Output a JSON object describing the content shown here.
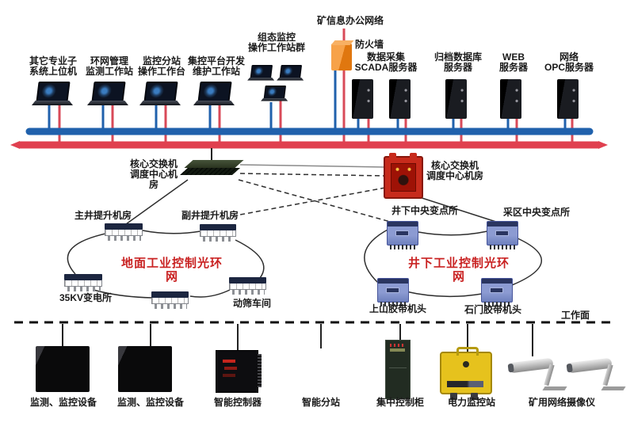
{
  "top": {
    "workstations": [
      {
        "label": "其它专业子\n系统上位机"
      },
      {
        "label": "环网管理\n监测工作站"
      },
      {
        "label": "监控分站\n操作工作台"
      },
      {
        "label": "集控平台开发\n维护工作站"
      },
      {
        "label": "组态监控\n操作工作站群"
      }
    ],
    "office_network_label": "矿信息办公网络",
    "firewall_label": "防火墙",
    "servers": [
      {
        "label": "数据采集\nSCADA服务器"
      },
      {
        "label": "归档数据库\n服务器"
      },
      {
        "label": "WEB\n服务器"
      },
      {
        "label": "网络\nOPC服务器"
      }
    ]
  },
  "core": {
    "left_label": "核心交换机\n调度中心机房",
    "right_label": "核心交换机\n调度中心机房"
  },
  "rings": {
    "ground": {
      "title": "地面工业控制光环网",
      "nodes": [
        {
          "label": "主井提升机房"
        },
        {
          "label": "副井提升机房"
        },
        {
          "label": "35KV变电所"
        },
        {
          "label": "动筛车间"
        }
      ]
    },
    "underground": {
      "title": "井下工业控制光环网",
      "nodes": [
        {
          "label": "井下中央变点所"
        },
        {
          "label": "采区中央变点所"
        },
        {
          "label": "上山胶带机头"
        },
        {
          "label": "石门胶带机头"
        }
      ]
    }
  },
  "bottom": {
    "working_face_label": "工作面",
    "devices": [
      {
        "label": "监测、监控设备"
      },
      {
        "label": "监测、监控设备"
      },
      {
        "label": "智能控制器"
      },
      {
        "label": "智能分站"
      },
      {
        "label": "集中控制柜"
      },
      {
        "label": "电力监控站"
      },
      {
        "label": "矿用网络摄像仪"
      }
    ]
  },
  "colors": {
    "bus_blue": "#2061ac",
    "bus_red": "#e0404f",
    "ring_title_red": "#c92222",
    "firewall_orange": "#ee8324",
    "text": "#1a1a1a"
  }
}
